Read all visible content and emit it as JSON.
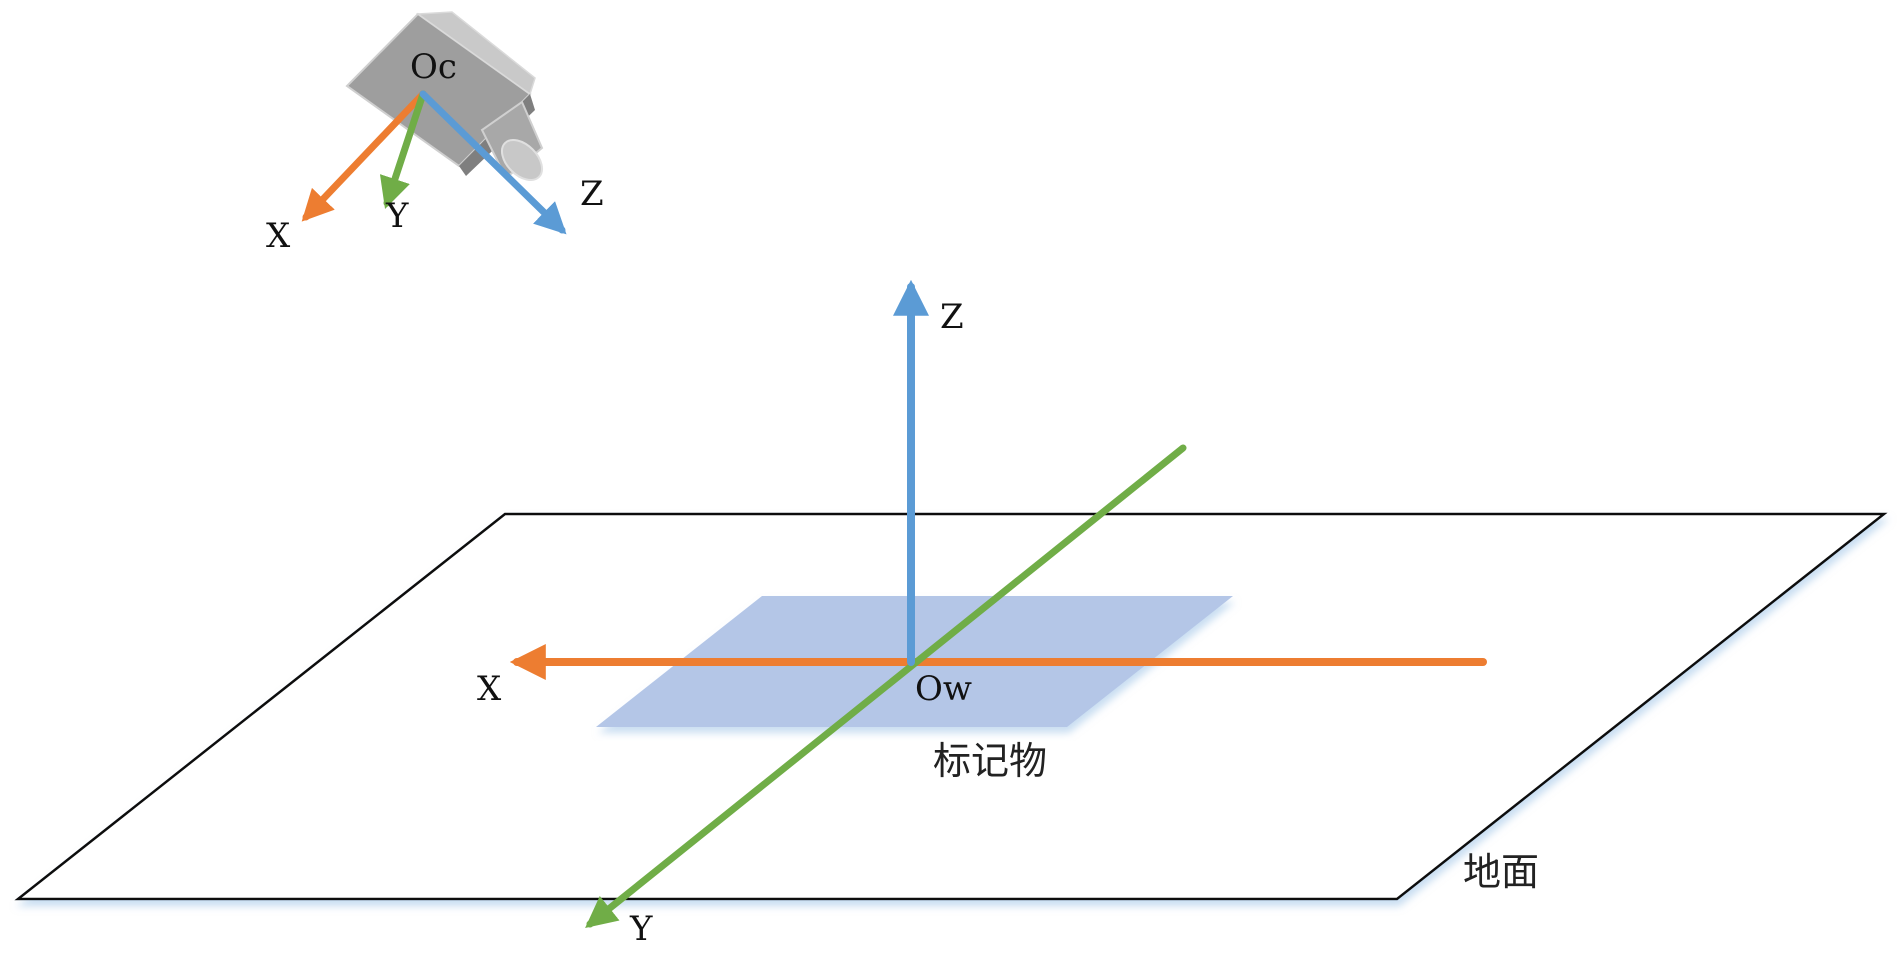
{
  "colors": {
    "x_axis": "#ED7D31",
    "y_axis": "#70AD47",
    "z_axis": "#5B9BD5",
    "marker": "#B4C6E7",
    "ground_stroke": "#111111",
    "camera_body": "#A6A6A6"
  },
  "camera": {
    "origin_label": "Oc",
    "x_label": "X",
    "y_label": "Y",
    "z_label": "Z"
  },
  "world": {
    "origin_label": "Ow",
    "x_label": "X",
    "y_label": "Y",
    "z_label": "Z"
  },
  "marker_label": "标记物",
  "ground_label": "地面"
}
